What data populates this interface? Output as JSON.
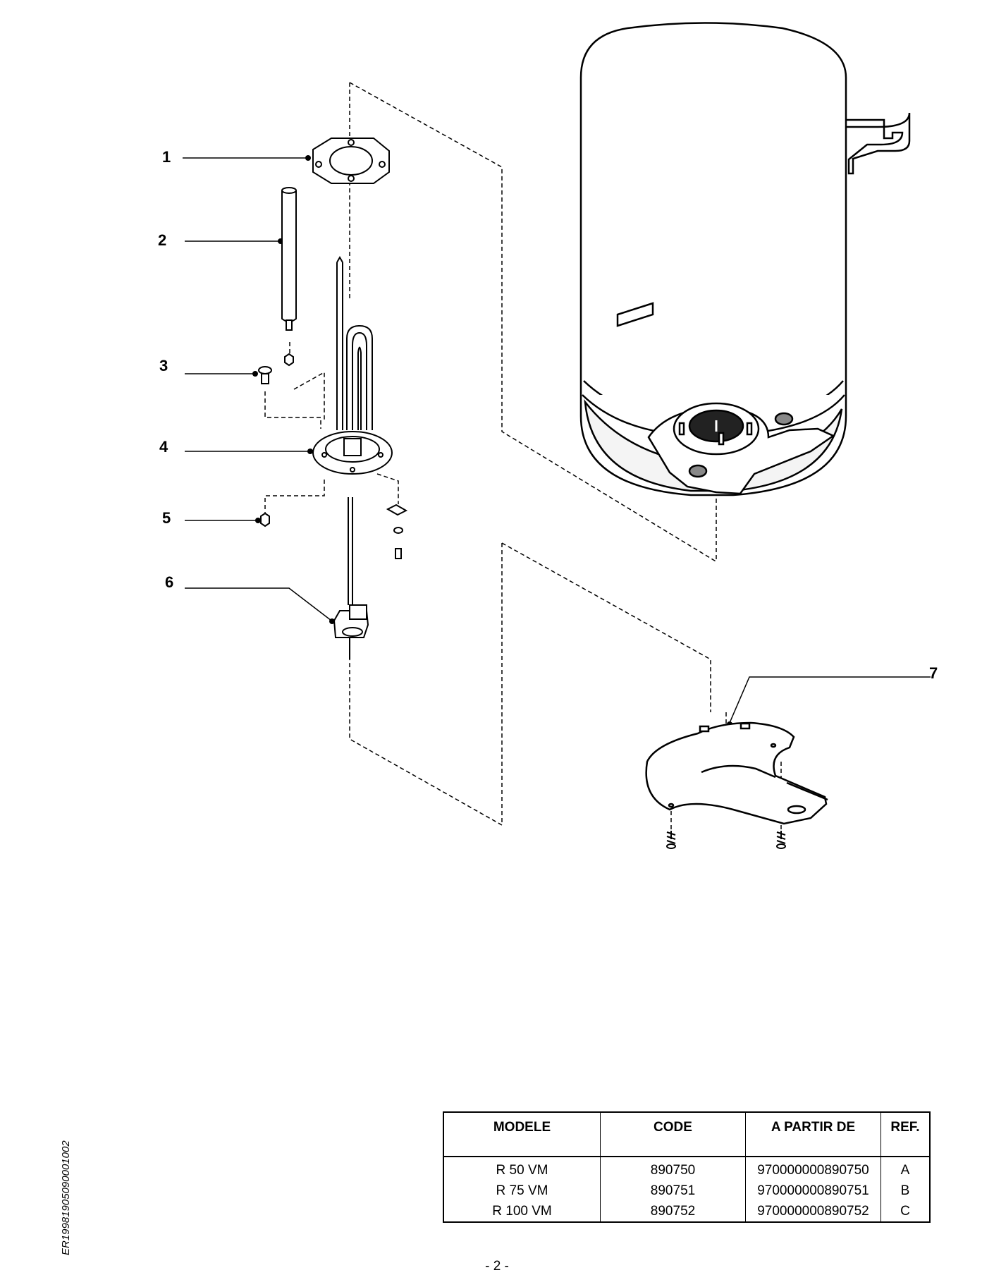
{
  "callouts": [
    {
      "label": "1"
    },
    {
      "label": "2"
    },
    {
      "label": "3"
    },
    {
      "label": "4"
    },
    {
      "label": "5"
    },
    {
      "label": "6"
    },
    {
      "label": "7"
    }
  ],
  "table": {
    "headers": [
      "MODELE",
      "CODE",
      "A PARTIR DE",
      "REF."
    ],
    "rows": [
      [
        "R 50 VM",
        "890750",
        "970000000890750",
        "A"
      ],
      [
        "R 75 VM",
        "890751",
        "970000000890751",
        "B"
      ],
      [
        "R 100 VM",
        "890752",
        "970000000890752",
        "C"
      ]
    ]
  },
  "side_reference": "ER19981905090001002",
  "page_number": "- 2 -"
}
